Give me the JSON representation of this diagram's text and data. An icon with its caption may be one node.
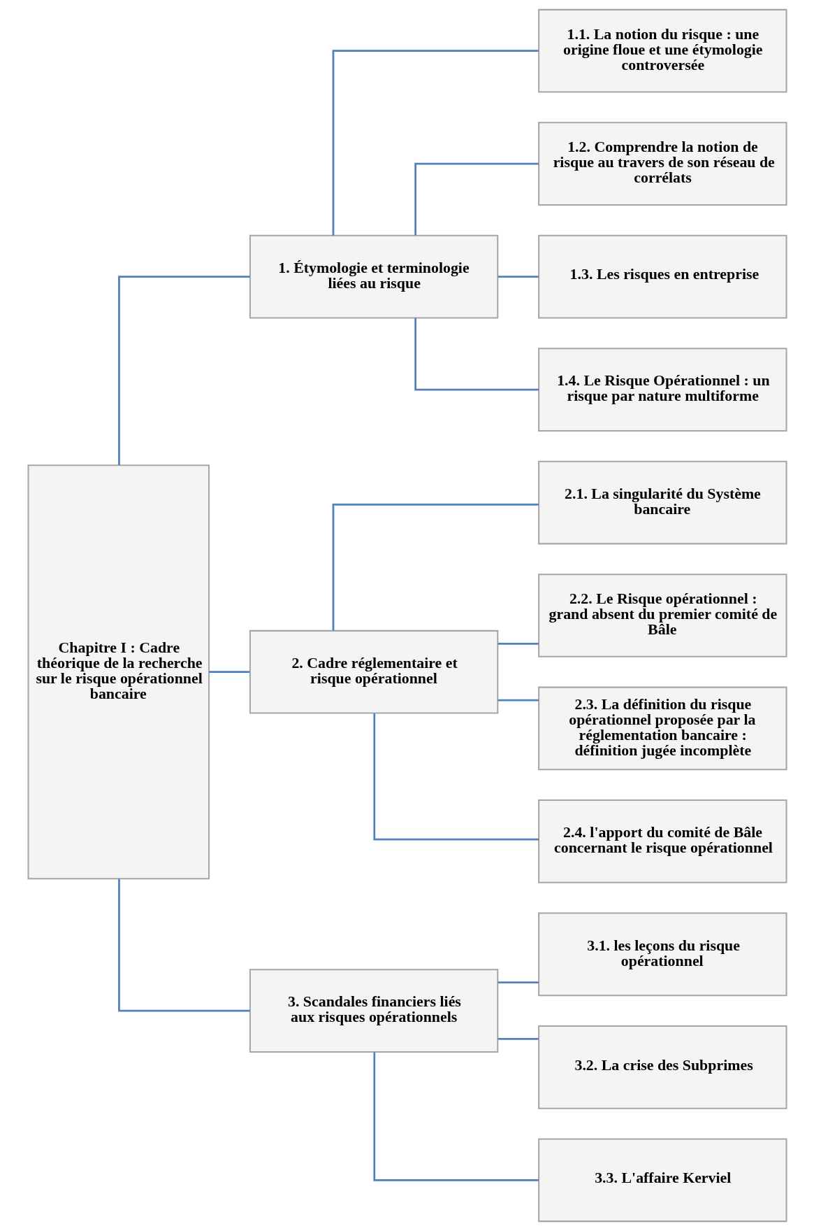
{
  "diagram": {
    "nodes": [
      {
        "text": [
          "Chapitre I : Cadre théorique de la recherche sur le risque opérationnel bancaire"
        ]
      },
      {
        "text": [
          "1. Étymologie et terminologie liées au risque"
        ]
      },
      {
        "text": [
          "2. Cadre réglementaire et risque opérationnel"
        ]
      },
      {
        "text": [
          "3. Scandales financiers liés aux risques opérationnels"
        ]
      },
      {
        "text": [
          "1.1. La notion du risque : une origine floue et une étymologie controversée"
        ]
      },
      {
        "text": [
          "1.2. Comprendre la notion de risque au travers de son réseau de corrélats"
        ]
      },
      {
        "text": [
          "1.3. Les risques en entreprise"
        ]
      },
      {
        "text": [
          "1.4. Le Risque Opérationnel : un risque par nature multiforme"
        ]
      },
      {
        "text": [
          "2.1. La singularité du Système bancaire"
        ]
      },
      {
        "text": [
          "2.2. Le Risque opérationnel : grand absent du premier comité de Bâle"
        ]
      },
      {
        "text": [
          "2.3. La définition du risque opérationnel proposée par la réglementation bancaire : définition jugée incomplète"
        ]
      },
      {
        "text": [
          "2.4. l'apport du comité de Bâle concernant le risque opérationnel"
        ]
      },
      {
        "text": [
          "3.1. les leçons du risque opérationnel"
        ]
      },
      {
        "text": [
          "3.2. La crise des Subprimes"
        ]
      },
      {
        "text": [
          "3.3. L'affaire Kerviel"
        ]
      }
    ],
    "edges": [
      {
        "from": 0,
        "to": 1,
        "arrow": "none"
      },
      {
        "from": 0,
        "to": 2,
        "arrow": "none"
      },
      {
        "from": 0,
        "to": 3,
        "arrow": "none"
      },
      {
        "from": 1,
        "to": 4,
        "arrow": "none"
      },
      {
        "from": 1,
        "to": 5,
        "arrow": "none"
      },
      {
        "from": 1,
        "to": 6,
        "arrow": "none"
      },
      {
        "from": 1,
        "to": 7,
        "arrow": "none"
      },
      {
        "from": 2,
        "to": 8,
        "arrow": "none"
      },
      {
        "from": 2,
        "to": 9,
        "arrow": "none"
      },
      {
        "from": 2,
        "to": 10,
        "arrow": "none"
      },
      {
        "from": 2,
        "to": 11,
        "arrow": "none"
      },
      {
        "from": 3,
        "to": 12,
        "arrow": "none"
      },
      {
        "from": 3,
        "to": 13,
        "arrow": "none"
      },
      {
        "from": 3,
        "to": 14,
        "arrow": "none"
      }
    ]
  }
}
